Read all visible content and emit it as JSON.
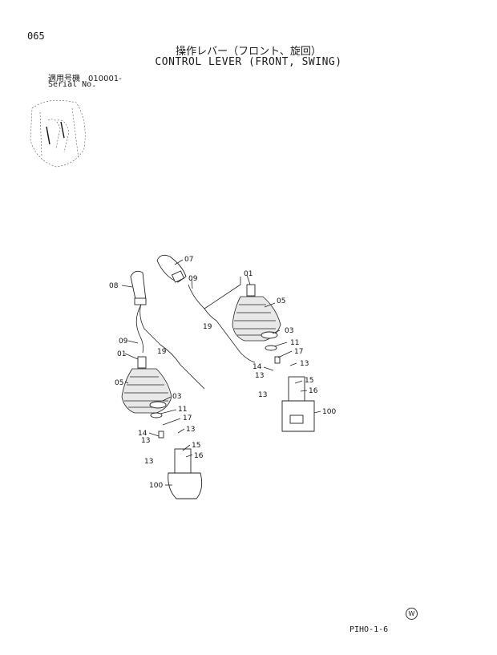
{
  "header": {
    "page_number": "065",
    "title_jp": "操作レバー（フロント、旋回）",
    "title_en": "CONTROL LEVER (FRONT, SWING)",
    "serial_label_jp": "適用号機　010001-",
    "serial_label_en": "Serial No."
  },
  "diagram": {
    "labels": [
      {
        "id": "l07",
        "text": "07"
      },
      {
        "id": "l08",
        "text": "08"
      },
      {
        "id": "l09a",
        "text": "09"
      },
      {
        "id": "l09b",
        "text": "09"
      },
      {
        "id": "l01a",
        "text": "01"
      },
      {
        "id": "l01b",
        "text": "01"
      },
      {
        "id": "l05a",
        "text": "05"
      },
      {
        "id": "l05b",
        "text": "05"
      },
      {
        "id": "l19a",
        "text": "19"
      },
      {
        "id": "l19b",
        "text": "19"
      },
      {
        "id": "l03a",
        "text": "03"
      },
      {
        "id": "l03b",
        "text": "03"
      },
      {
        "id": "l11a",
        "text": "11"
      },
      {
        "id": "l11b",
        "text": "11"
      },
      {
        "id": "l17a",
        "text": "17"
      },
      {
        "id": "l17b",
        "text": "17"
      },
      {
        "id": "l14a",
        "text": "14"
      },
      {
        "id": "l14b",
        "text": "14"
      },
      {
        "id": "l13a",
        "text": "13"
      },
      {
        "id": "l13b",
        "text": "13"
      },
      {
        "id": "l13c",
        "text": "13"
      },
      {
        "id": "l13d",
        "text": "13"
      },
      {
        "id": "l13e",
        "text": "13"
      },
      {
        "id": "l13f",
        "text": "13"
      },
      {
        "id": "l15a",
        "text": "15"
      },
      {
        "id": "l15b",
        "text": "15"
      },
      {
        "id": "l16a",
        "text": "16"
      },
      {
        "id": "l16b",
        "text": "16"
      },
      {
        "id": "l100a",
        "text": "100"
      },
      {
        "id": "l100b",
        "text": "100"
      }
    ]
  },
  "footer": {
    "page_code": "PIHO-1-6",
    "watermark": "W"
  },
  "colors": {
    "ink": "#1a1a1a",
    "background": "#ffffff"
  }
}
